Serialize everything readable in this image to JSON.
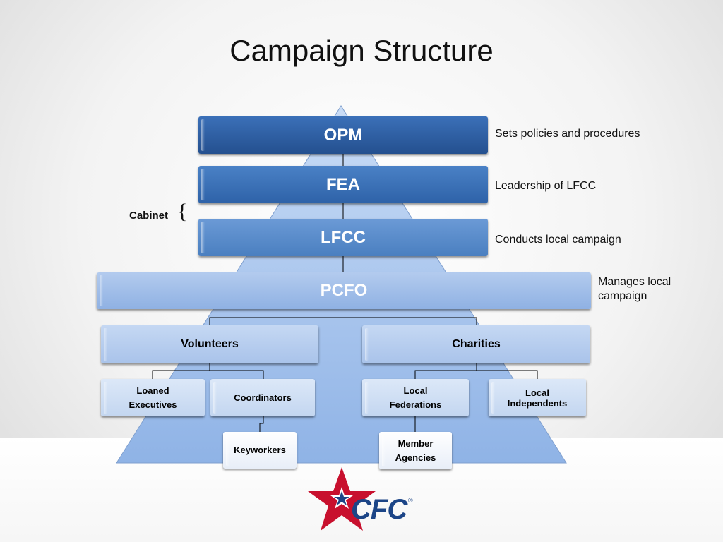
{
  "title": "Campaign Structure",
  "nodes": {
    "opm": "OPM",
    "fea": "FEA",
    "lfcc": "LFCC",
    "pcfo": "PCFO",
    "volunteers": "Volunteers",
    "charities": "Charities",
    "loaned_executives": [
      "Loaned",
      "Executives"
    ],
    "coordinators": "Coordinators",
    "local_federations": [
      "Local",
      "Federations"
    ],
    "local_independents": [
      "Local",
      "Independents"
    ],
    "keyworkers": "Keyworkers",
    "member_agencies": [
      "Member",
      "Agencies"
    ]
  },
  "notes": {
    "opm": "Sets policies and procedures",
    "fea": "Leadership of LFCC",
    "lfcc": "Conducts local campaign",
    "pcfo": [
      "Manages local",
      "campaign"
    ]
  },
  "cabinet_label": "Cabinet",
  "cabinet_brace": "{",
  "logo": {
    "text": "CFC",
    "registered": "®",
    "star_color": "#c8102e",
    "text_color": "#1c4587"
  }
}
